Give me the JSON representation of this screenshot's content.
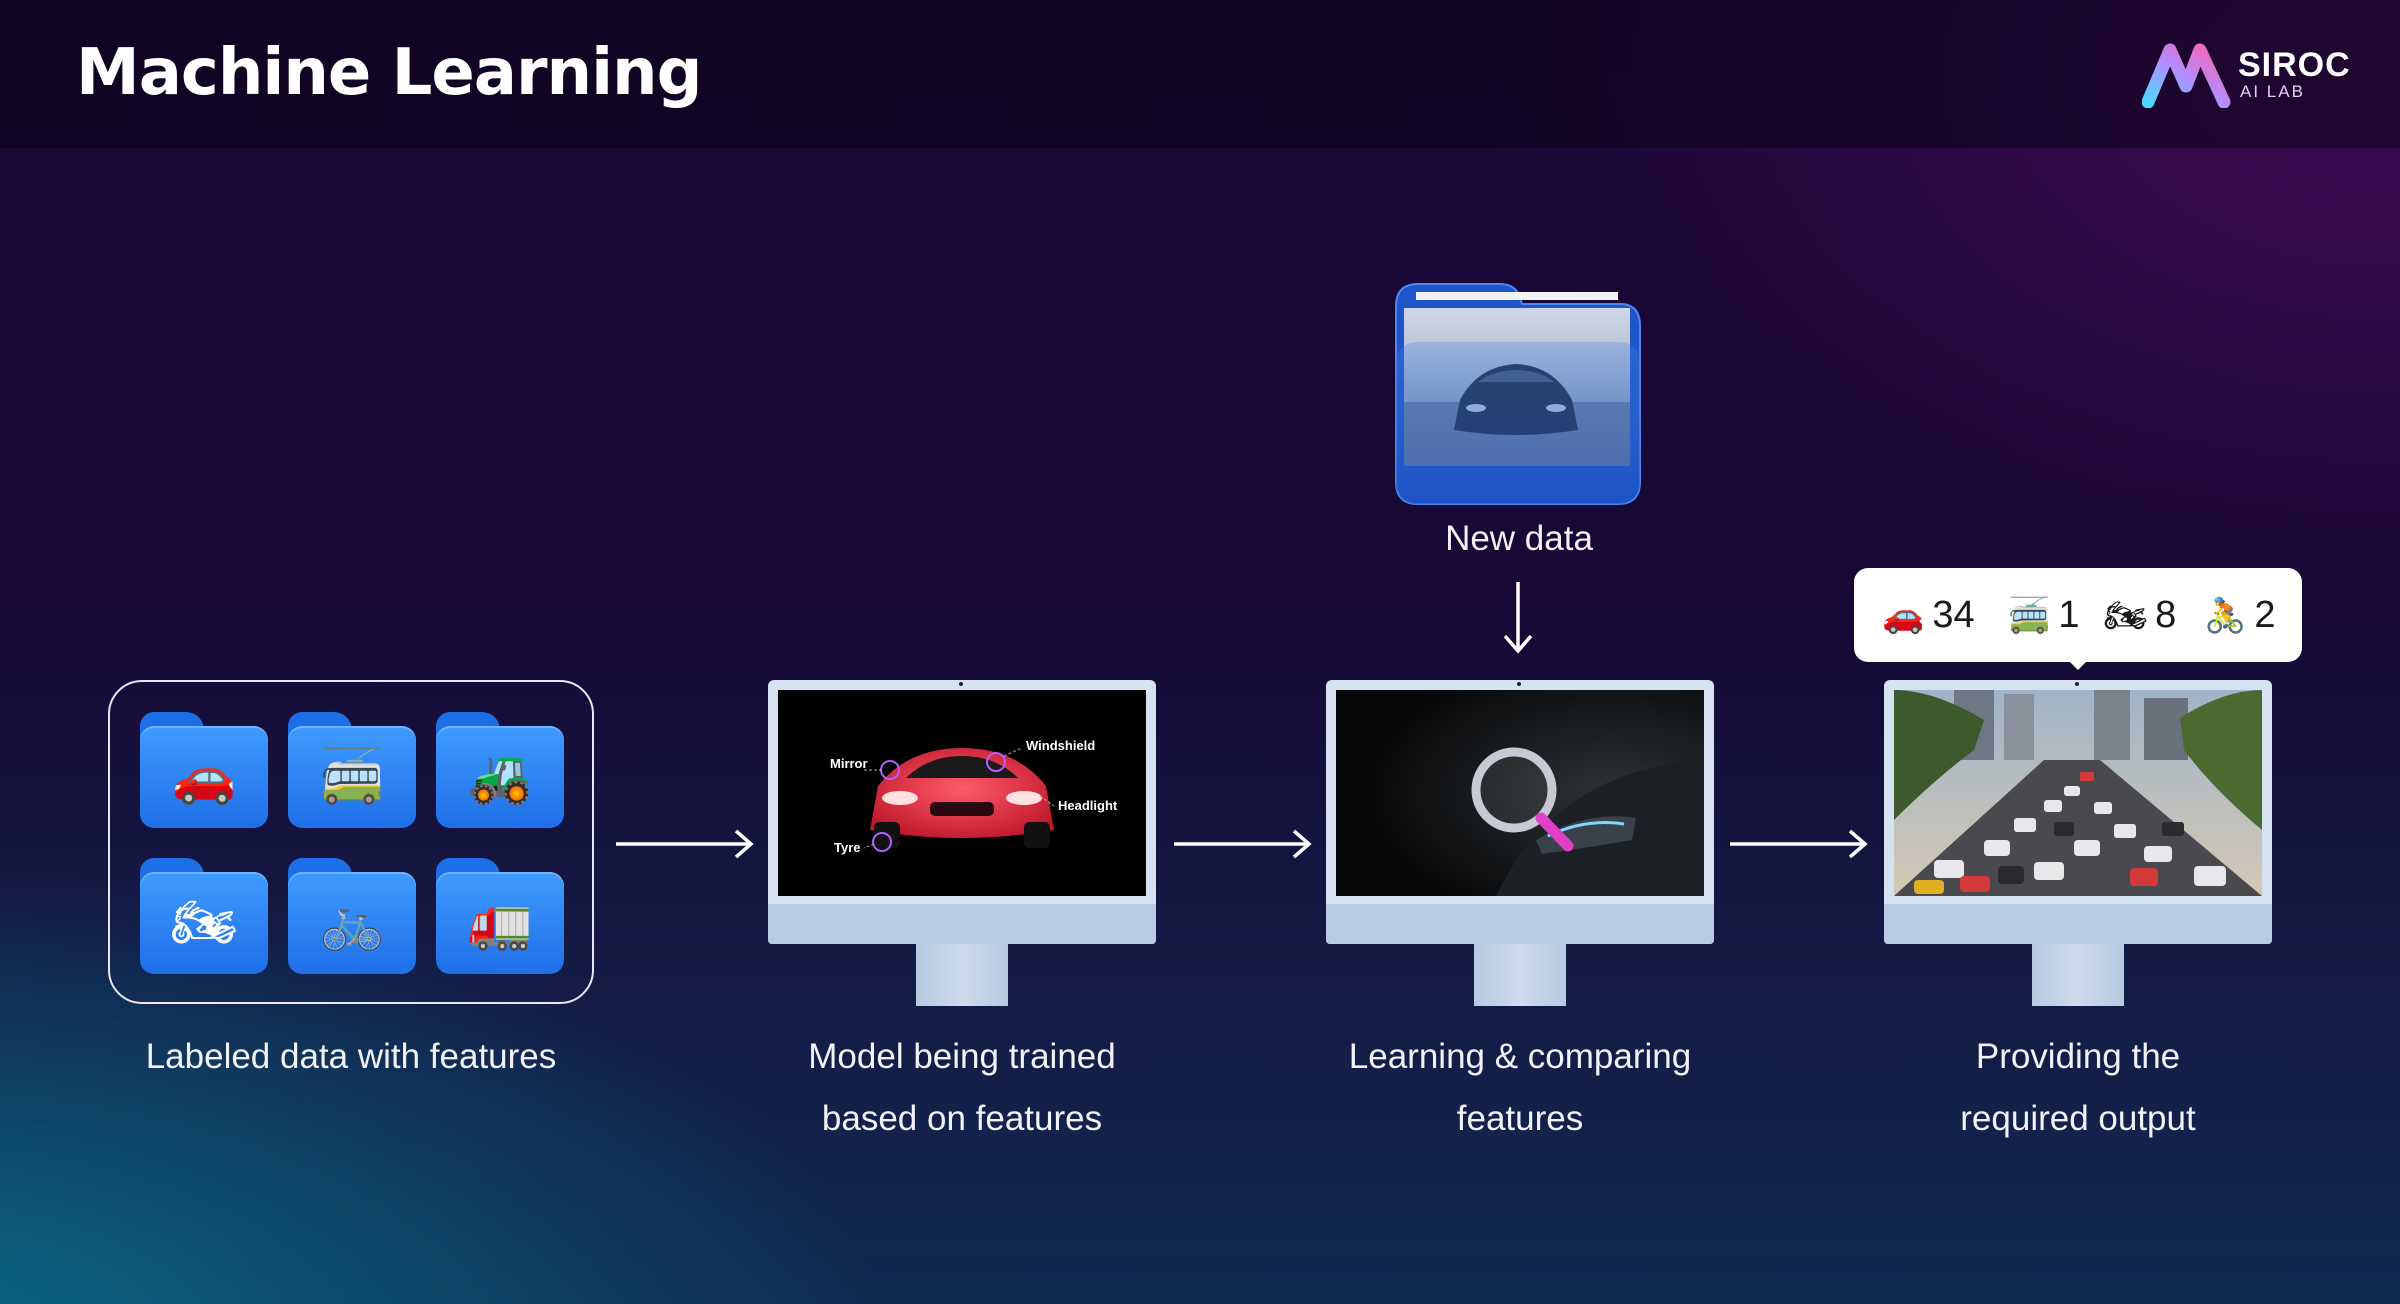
{
  "header": {
    "title": "Machine Learning",
    "logo_brand": "SIROC",
    "logo_sub": "AI LAB"
  },
  "stages": [
    {
      "lines": [
        "Labeled data with features"
      ]
    },
    {
      "lines": [
        "Model being trained",
        "based on features"
      ]
    },
    {
      "lines": [
        "Learning & comparing",
        "features"
      ]
    },
    {
      "lines": [
        "Providing the",
        "required output"
      ]
    }
  ],
  "folders": [
    {
      "icon": "car-icon",
      "emoji": "🚗"
    },
    {
      "icon": "bus-icon",
      "emoji": "🚎"
    },
    {
      "icon": "tractor-icon",
      "emoji": "🚜"
    },
    {
      "icon": "motorcycle-icon",
      "emoji": "🏍"
    },
    {
      "icon": "bicycle-icon",
      "emoji": "🚲"
    },
    {
      "icon": "truck-icon",
      "emoji": "🚛"
    }
  ],
  "features": {
    "mirror": "Mirror",
    "windshield": "Windshield",
    "headlight": "Headlight",
    "tyre": "Tyre"
  },
  "new_data": {
    "label": "New data"
  },
  "output_counts": [
    {
      "icon": "car-icon",
      "emoji": "🚗",
      "count": "34"
    },
    {
      "icon": "bus-icon",
      "emoji": "🚎",
      "count": "1"
    },
    {
      "icon": "motorcycle-icon",
      "emoji": "🏍",
      "count": "8"
    },
    {
      "icon": "cyclist-icon",
      "emoji": "🚴",
      "count": "2"
    }
  ],
  "colors": {
    "folder_blue": "#2f86f6",
    "monitor_silver": "#d5e2f2",
    "accent_pink": "#e040c8"
  }
}
